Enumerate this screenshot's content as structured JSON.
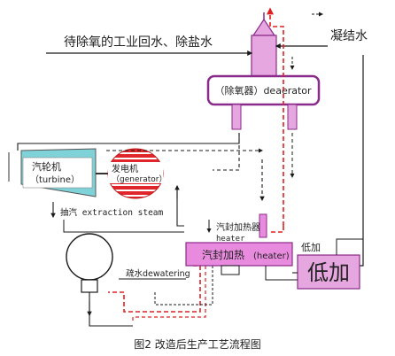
{
  "labels": {
    "feed_water": "待除氧的工业回水、除盐水",
    "condensate": "凝结水",
    "deaerator": "（除氧器）deaerator",
    "turbine_cn": "汽轮机",
    "turbine_en": "（turbine）",
    "generator_cn": "发电机",
    "generator_en": "（generator）",
    "extraction": "抽汽 extraction steam",
    "seal_heater_cn": "汽封加热器",
    "seal_heater_en": "heater",
    "seal_heater_body_cn": "汽封加热",
    "seal_heater_body_en": "(heater)",
    "low_pressure": "低加",
    "low_pressure_body": "低加",
    "dewatering": "疏水dewatering"
  },
  "caption": "图2   改造后生产工艺流程图",
  "colors": {
    "deaerator_fill": "#e6a6e0",
    "deaerator_stroke": "#8a2a8a",
    "turbine_fill": "#7fd3d8",
    "generator_red": "#e0262a",
    "heater_fill": "#e88bde",
    "lp_heater_fill": "#e6a6e0",
    "steam_line": "#e02020",
    "water_line": "#1a1a1a"
  }
}
